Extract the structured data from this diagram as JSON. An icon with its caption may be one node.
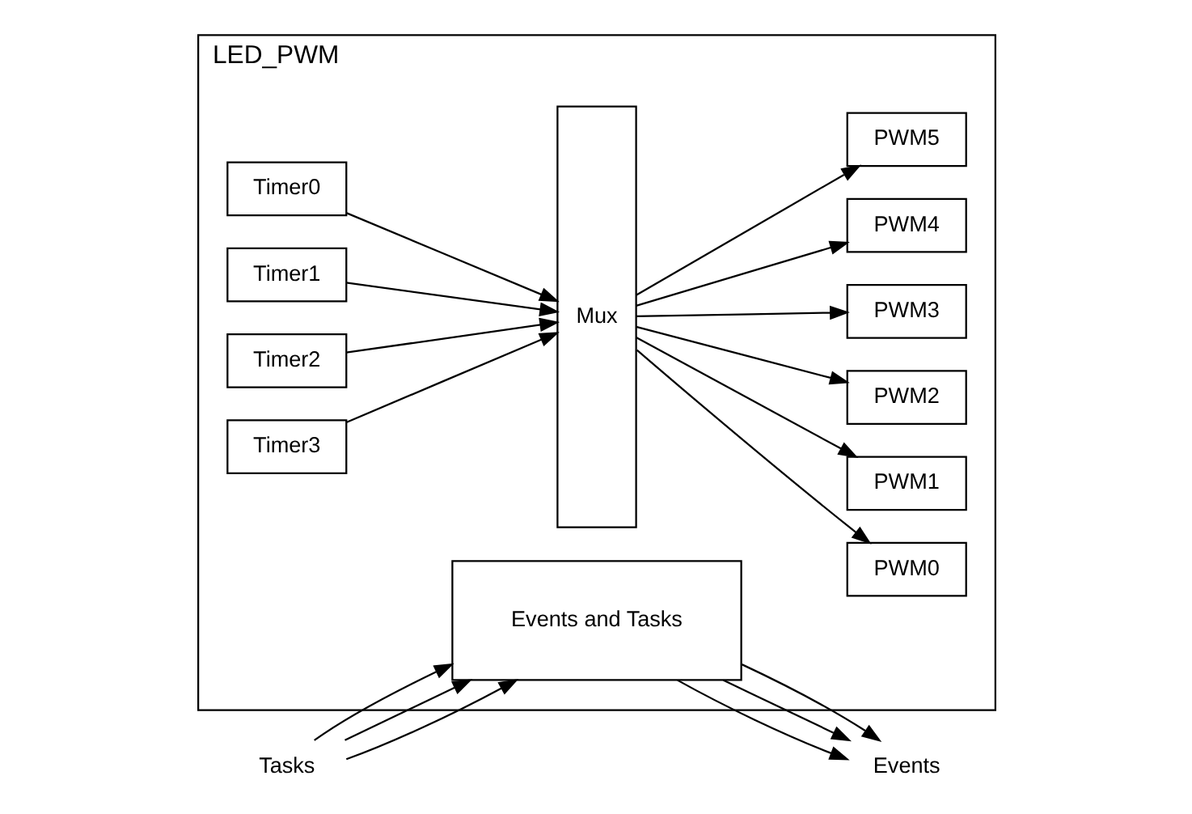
{
  "diagram": {
    "nodes": [
      {
        "text": [
          "LED_PWM"
        ]
      },
      {
        "text": [
          "Timer0"
        ],
        "in": 0
      },
      {
        "text": [
          "Timer1"
        ],
        "in": 0
      },
      {
        "text": [
          "Timer2"
        ],
        "in": 0
      },
      {
        "text": [
          "Timer3"
        ],
        "in": 0
      },
      {
        "text": [
          "Mux"
        ],
        "in": 0
      },
      {
        "text": [
          "PWM0"
        ],
        "in": 0
      },
      {
        "text": [
          "PWM1"
        ],
        "in": 0
      },
      {
        "text": [
          "PWM2"
        ],
        "in": 0
      },
      {
        "text": [
          "PWM3"
        ],
        "in": 0
      },
      {
        "text": [
          "PWM4"
        ],
        "in": 0
      },
      {
        "text": [
          "PWM5"
        ],
        "in": 0
      },
      {
        "text": [
          "Events and Tasks"
        ],
        "in": 0
      },
      {
        "text": [
          "Tasks"
        ]
      },
      {
        "text": [
          "Events"
        ]
      }
    ],
    "edges": [
      {
        "from": 1,
        "to": 5,
        "arrow": "to"
      },
      {
        "from": 2,
        "to": 5,
        "arrow": "to"
      },
      {
        "from": 3,
        "to": 5,
        "arrow": "to"
      },
      {
        "from": 4,
        "to": 5,
        "arrow": "to"
      },
      {
        "from": 5,
        "to": 6,
        "arrow": "to"
      },
      {
        "from": 5,
        "to": 7,
        "arrow": "to"
      },
      {
        "from": 5,
        "to": 8,
        "arrow": "to"
      },
      {
        "from": 5,
        "to": 9,
        "arrow": "to"
      },
      {
        "from": 5,
        "to": 10,
        "arrow": "to"
      },
      {
        "from": 5,
        "to": 11,
        "arrow": "to"
      },
      {
        "from": 13,
        "to": 12,
        "arrow": "to"
      },
      {
        "from": 13,
        "to": 12,
        "arrow": "to"
      },
      {
        "from": 13,
        "to": 12,
        "arrow": "to"
      },
      {
        "from": 12,
        "to": 14,
        "arrow": "to"
      },
      {
        "from": 12,
        "to": 14,
        "arrow": "to"
      },
      {
        "from": 12,
        "to": 14,
        "arrow": "to"
      }
    ]
  }
}
